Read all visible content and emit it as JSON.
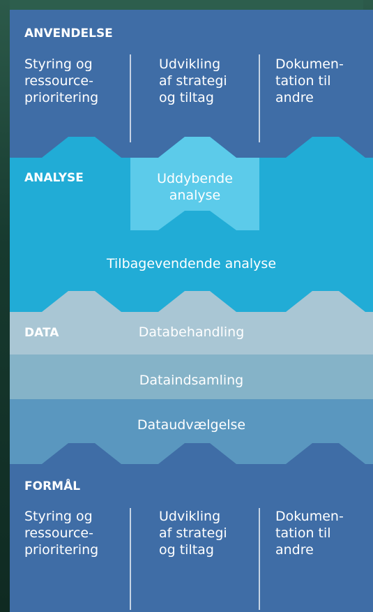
{
  "anvendelse": {
    "title": "ANVENDELSE",
    "columns": [
      "Styring og\nressource-\nprioritering",
      "Udvikling\naf strategi\nog tiltag",
      "Dokumen-\ntation til\nandre"
    ]
  },
  "analyse": {
    "title": "ANALYSE",
    "deep": "Uddybende\nanalyse",
    "recurring": "Tilbagevendende analyse"
  },
  "data": {
    "title": "DATA",
    "processing": "Databehandling",
    "collection": "Dataindsamling",
    "selection": "Dataudvælgelse"
  },
  "formaal": {
    "title": "FORMÅL",
    "columns": [
      "Styring og\nressource-\nprioritering",
      "Udvikling\naf strategi\nog tiltag",
      "Dokumen-\ntation til\nandre"
    ]
  },
  "colors": {
    "navy": "#3f6da6",
    "cyan": "#21acd6",
    "cyan_light": "#5ccbea",
    "data_light": "#a9c6d4",
    "data_mid": "#85b3c8",
    "data_blue": "#5a97bf"
  }
}
